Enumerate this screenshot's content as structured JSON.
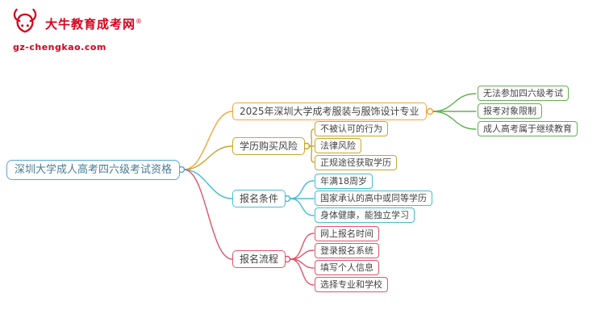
{
  "logo": {
    "name": "大牛教育成考网",
    "reg": "®",
    "domain": "gz-chengkao.com"
  },
  "root": {
    "label": "深圳大学成人高考四六级考试资格"
  },
  "branches": [
    {
      "label": "2025年深圳大学成考服装与服饰设计专业",
      "children": [
        "无法参加四六级考试",
        "报考对象限制",
        "成人高考属于继续教育"
      ]
    },
    {
      "label": "学历购买风险",
      "children": [
        "不被认可的行为",
        "法律风险",
        "正规途径获取学历"
      ]
    },
    {
      "label": "报名条件",
      "children": [
        "年满18周岁",
        "国家承认的高中或同等学历",
        "身体健康，能独立学习"
      ]
    },
    {
      "label": "报名流程",
      "children": [
        "网上报名时间",
        "登录报名系统",
        "填写个人信息",
        "选择专业和学校"
      ]
    }
  ],
  "colors": {
    "brand_red": "#d9001b",
    "root_blue": "#58a7d6",
    "branch_orange": "#f2a33c",
    "leaf_green": "#62b152",
    "branch_yellow": "#c9a52e",
    "branch_teal": "#46bdd3",
    "branch_red": "#e0566b"
  }
}
